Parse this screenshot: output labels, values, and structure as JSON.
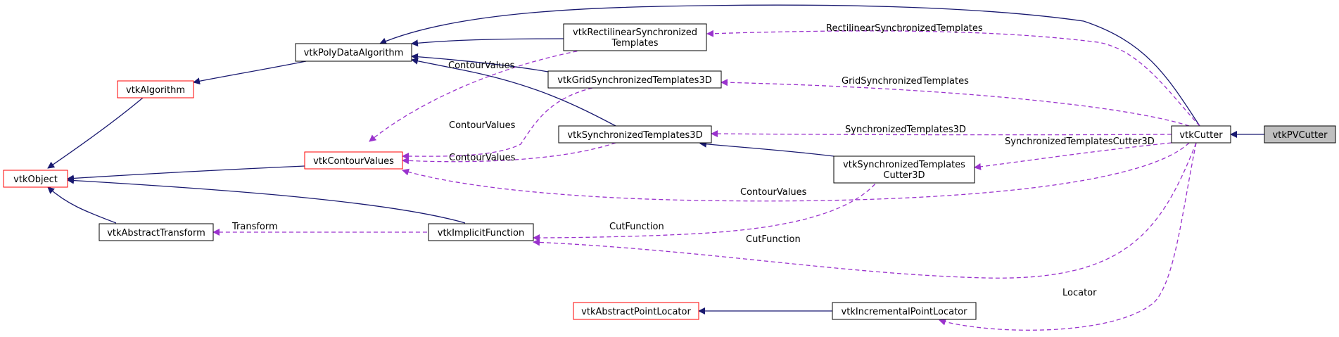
{
  "colors": {
    "inheritance_edge": "#191970",
    "usage_edge": "#9a32cd",
    "node_border": "#000000",
    "undocumented_node_border": "#ff0000",
    "highlighted_node_fill": "#bfbfbf"
  },
  "nodes": {
    "vtkPVCutter": [
      "vtkPVCutter"
    ],
    "vtkCutter": [
      "vtkCutter"
    ],
    "vtkPolyDataAlgorithm": [
      "vtkPolyDataAlgorithm"
    ],
    "vtkAlgorithm": [
      "vtkAlgorithm"
    ],
    "vtkObject": [
      "vtkObject"
    ],
    "vtkContourValues": [
      "vtkContourValues"
    ],
    "vtkAbstractTransform": [
      "vtkAbstractTransform"
    ],
    "vtkImplicitFunction": [
      "vtkImplicitFunction"
    ],
    "vtkRectilinearSynchronizedTemplates": [
      "vtkRectilinearSynchronized",
      "Templates"
    ],
    "vtkGridSynchronizedTemplates3D": [
      "vtkGridSynchronizedTemplates3D"
    ],
    "vtkSynchronizedTemplates3D": [
      "vtkSynchronizedTemplates3D"
    ],
    "vtkSynchronizedTemplatesCutter3D": [
      "vtkSynchronizedTemplates",
      "Cutter3D"
    ],
    "vtkAbstractPointLocator": [
      "vtkAbstractPointLocator"
    ],
    "vtkIncrementalPointLocator": [
      "vtkIncrementalPointLocator"
    ]
  },
  "edge_labels": {
    "rectilinear_synchronized_templates": "RectilinearSynchronizedTemplates",
    "grid_synchronized_templates": "GridSynchronizedTemplates",
    "synchronized_templates_3d": "SynchronizedTemplates3D",
    "synchronized_templates_cutter_3d": "SynchronizedTemplatesCutter3D",
    "contour_values_rect": "ContourValues",
    "contour_values_grid": "ContourValues",
    "contour_values_sync": "ContourValues",
    "contour_values_cutter": "ContourValues",
    "transform": "Transform",
    "cut_function_stc3d": "CutFunction",
    "cut_function_cutter": "CutFunction",
    "locator": "Locator"
  }
}
